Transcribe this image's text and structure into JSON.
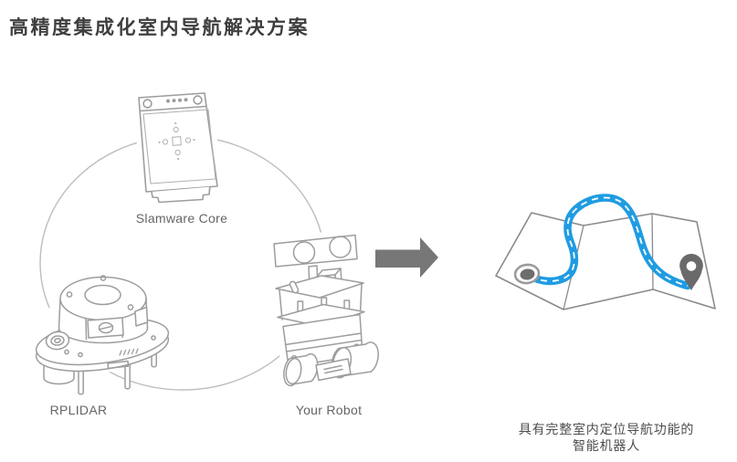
{
  "title": "高精度集成化室内导航解决方案",
  "diagram": {
    "components": {
      "slamware_core": {
        "label": "Slamware Core"
      },
      "rplidar": {
        "label": "RPLIDAR"
      },
      "your_robot": {
        "label": "Your Robot"
      }
    },
    "icons": {
      "cycle": "cycle-circle",
      "arrow": "right-block-arrow-icon",
      "map": "folded-map-illustration",
      "route": "navigation-route-path",
      "start": "start-point-marker-icon",
      "destination": "location-pin-icon"
    },
    "result_caption": {
      "line1": "具有完整室内定位导航功能的",
      "line2": "智能机器人"
    }
  },
  "colors": {
    "background": "#ffffff",
    "title_text": "#3e3e3e",
    "label_text": "#656565",
    "caption_text": "#4c4c4c",
    "line_art": "#9d9d9d",
    "map_outline": "#8a8a8a",
    "route_blue": "#1f9ce2",
    "arrow_gray": "#777777",
    "pin_gray": "#6a6a6a"
  }
}
